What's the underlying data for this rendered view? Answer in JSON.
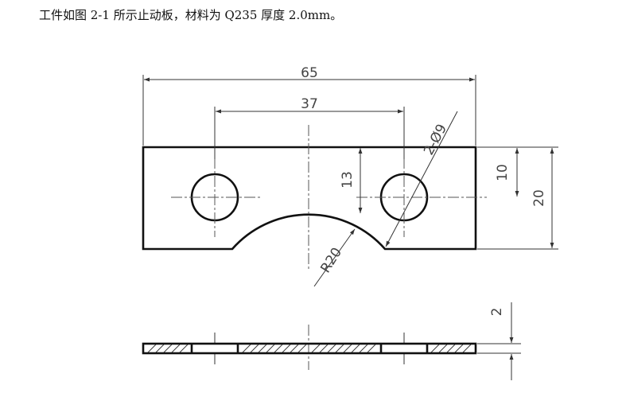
{
  "caption": "工件如图 2-1 所示止动板，材料为 Q235 厚度 2.0mm。",
  "drawing": {
    "dim_overall_width": "65",
    "dim_hole_spacing": "37",
    "dim_hole_spec": "2-Ø9",
    "dim_hole_height": "13",
    "dim_hole_center_to_top": "10",
    "dim_overall_height": "20",
    "dim_arc_radius": "R20",
    "dim_thickness": "2"
  }
}
